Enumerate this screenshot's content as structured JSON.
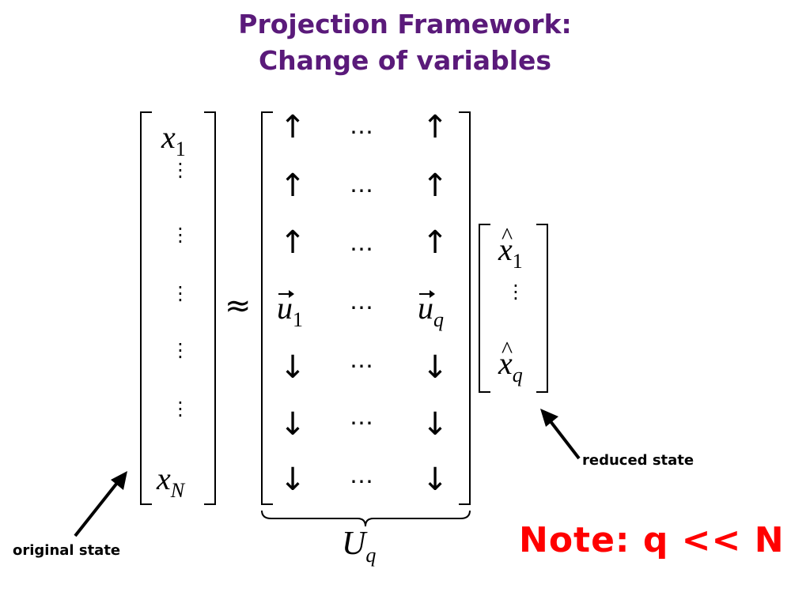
{
  "title": {
    "line1": "Projection Framework:",
    "line2": "Change of variables"
  },
  "equation": {
    "approx": "≈",
    "vector_x": {
      "first_base": "x",
      "first_sub": "1",
      "last_base": "x",
      "last_sub": "N",
      "vdots": "⋮"
    },
    "matrix_U": {
      "up_arrow": "↑",
      "down_arrow": "↓",
      "dots": "⋯",
      "col1_base": "u",
      "col1_sub": "1",
      "colq_base": "u",
      "colq_sub": "q",
      "name_base": "U",
      "name_sub": "q"
    },
    "vector_xhat": {
      "base": "x",
      "first_sub": "1",
      "last_sub": "q",
      "vdots": "⋮"
    }
  },
  "labels": {
    "original_state": "original state",
    "reduced_state": "reduced state"
  },
  "note": "Note: q << N",
  "colors": {
    "title": "#5a1a7a",
    "note": "#ff0000",
    "label": "#000000"
  }
}
